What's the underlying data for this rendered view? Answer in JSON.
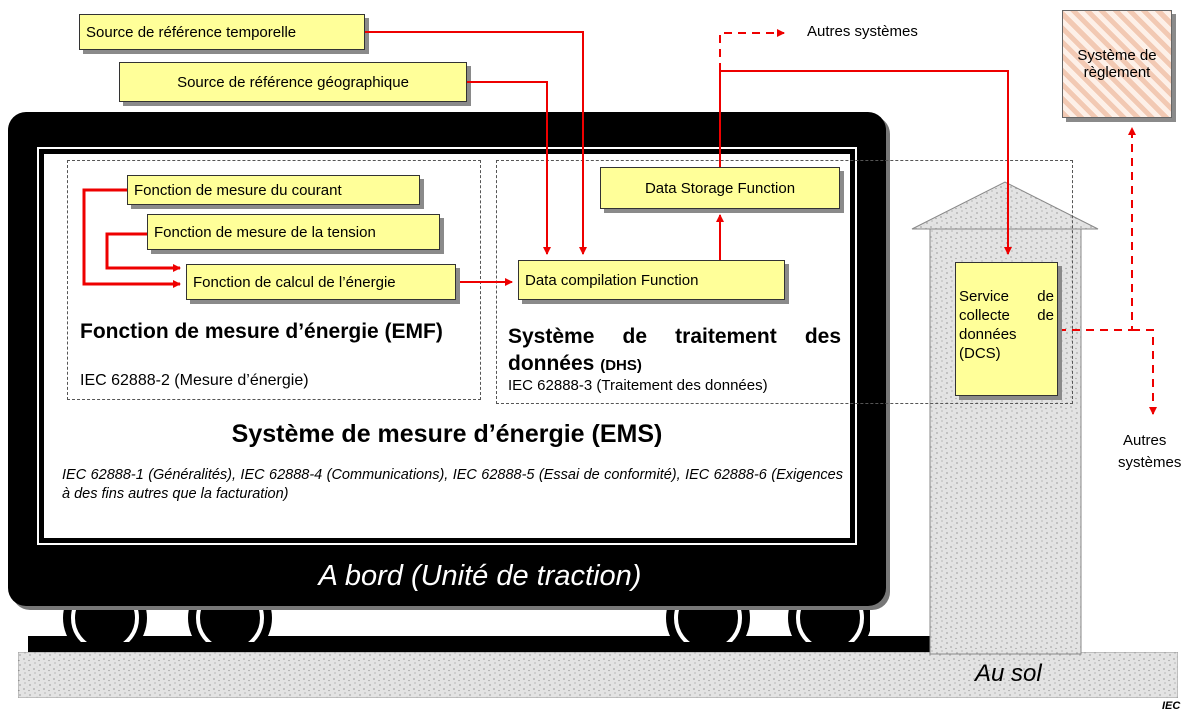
{
  "sources": {
    "time_reference": "Source de référence temporelle",
    "geo_reference": "Source de référence géographique"
  },
  "external": {
    "other_systems_top": "Autres systèmes",
    "settlement_system": "Système de règlement",
    "other_systems_right_line1": "Autres",
    "other_systems_right_line2": "systèmes"
  },
  "emf": {
    "current_function": "Fonction de mesure du courant",
    "voltage_function": "Fonction de mesure de la tension",
    "energy_calc_function": "Fonction de calcul de l’énergie",
    "title": "Fonction de mesure d’énergie (EMF)",
    "standard": "IEC 62888-2 (Mesure d’énergie)"
  },
  "dhs": {
    "storage_function": "Data Storage Function",
    "compilation_function": "Data compilation Function",
    "title": "Système de traitement des données",
    "title_abbrev": "(DHS)",
    "standard": "IEC 62888-3 (Traitement des données)"
  },
  "ems": {
    "title": "Système de mesure d’énergie (EMS)",
    "standards": "IEC 62888-1 (Généralités), IEC 62888-4 (Communications), IEC 62888-5 (Essai de conformité), IEC 62888-6 (Exigences à des fins autres que la facturation)"
  },
  "dcs": {
    "label": "Service de collecte de données (DCS)"
  },
  "locations": {
    "onboard": "A bord (Unité de traction)",
    "ground": "Au sol"
  },
  "footer": {
    "source_mark": "IEC"
  },
  "colors": {
    "arrow": "#ee0000",
    "box_fill": "#ffff99",
    "vehicle_body": "#000000",
    "settlement_hatch": "#f2c9b3"
  }
}
